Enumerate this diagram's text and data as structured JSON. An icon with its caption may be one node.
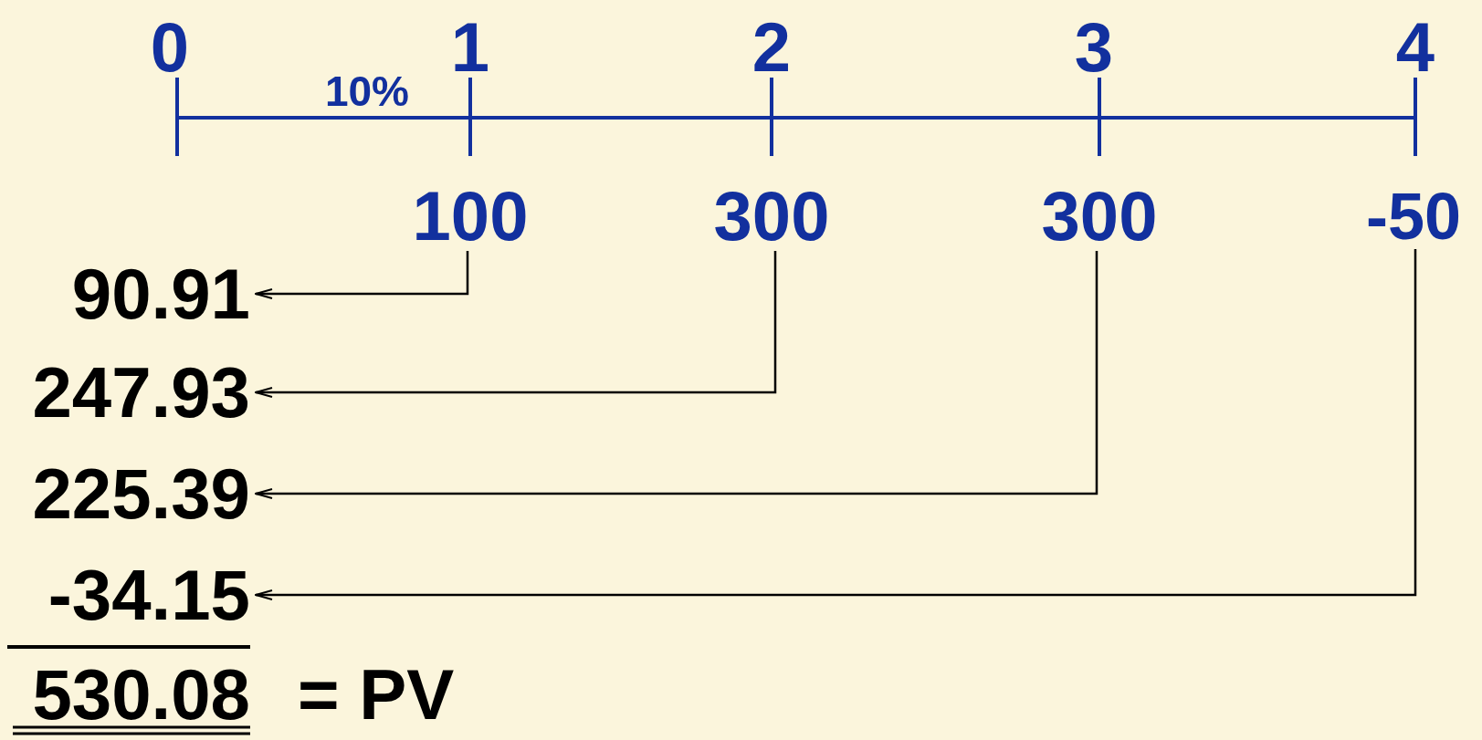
{
  "diagram": {
    "nodes": [
      {
        "text": [
          "100"
        ]
      },
      {
        "text": [
          "300"
        ]
      },
      {
        "text": [
          "300"
        ]
      },
      {
        "text": [
          "-50"
        ]
      },
      {
        "text": [
          "90.91"
        ]
      },
      {
        "text": [
          "247.93"
        ]
      },
      {
        "text": [
          "225.39"
        ]
      },
      {
        "text": [
          "-34.15"
        ]
      }
    ],
    "edges": [
      {
        "from": 0,
        "to": 4,
        "arrow": "to"
      },
      {
        "from": 1,
        "to": 5,
        "arrow": "to"
      },
      {
        "from": 2,
        "to": 6,
        "arrow": "to"
      },
      {
        "from": 3,
        "to": 7,
        "arrow": "to"
      }
    ],
    "labels": [
      "0",
      "1",
      "2",
      "3",
      "4",
      "10%",
      "530.08",
      "= PV"
    ]
  }
}
